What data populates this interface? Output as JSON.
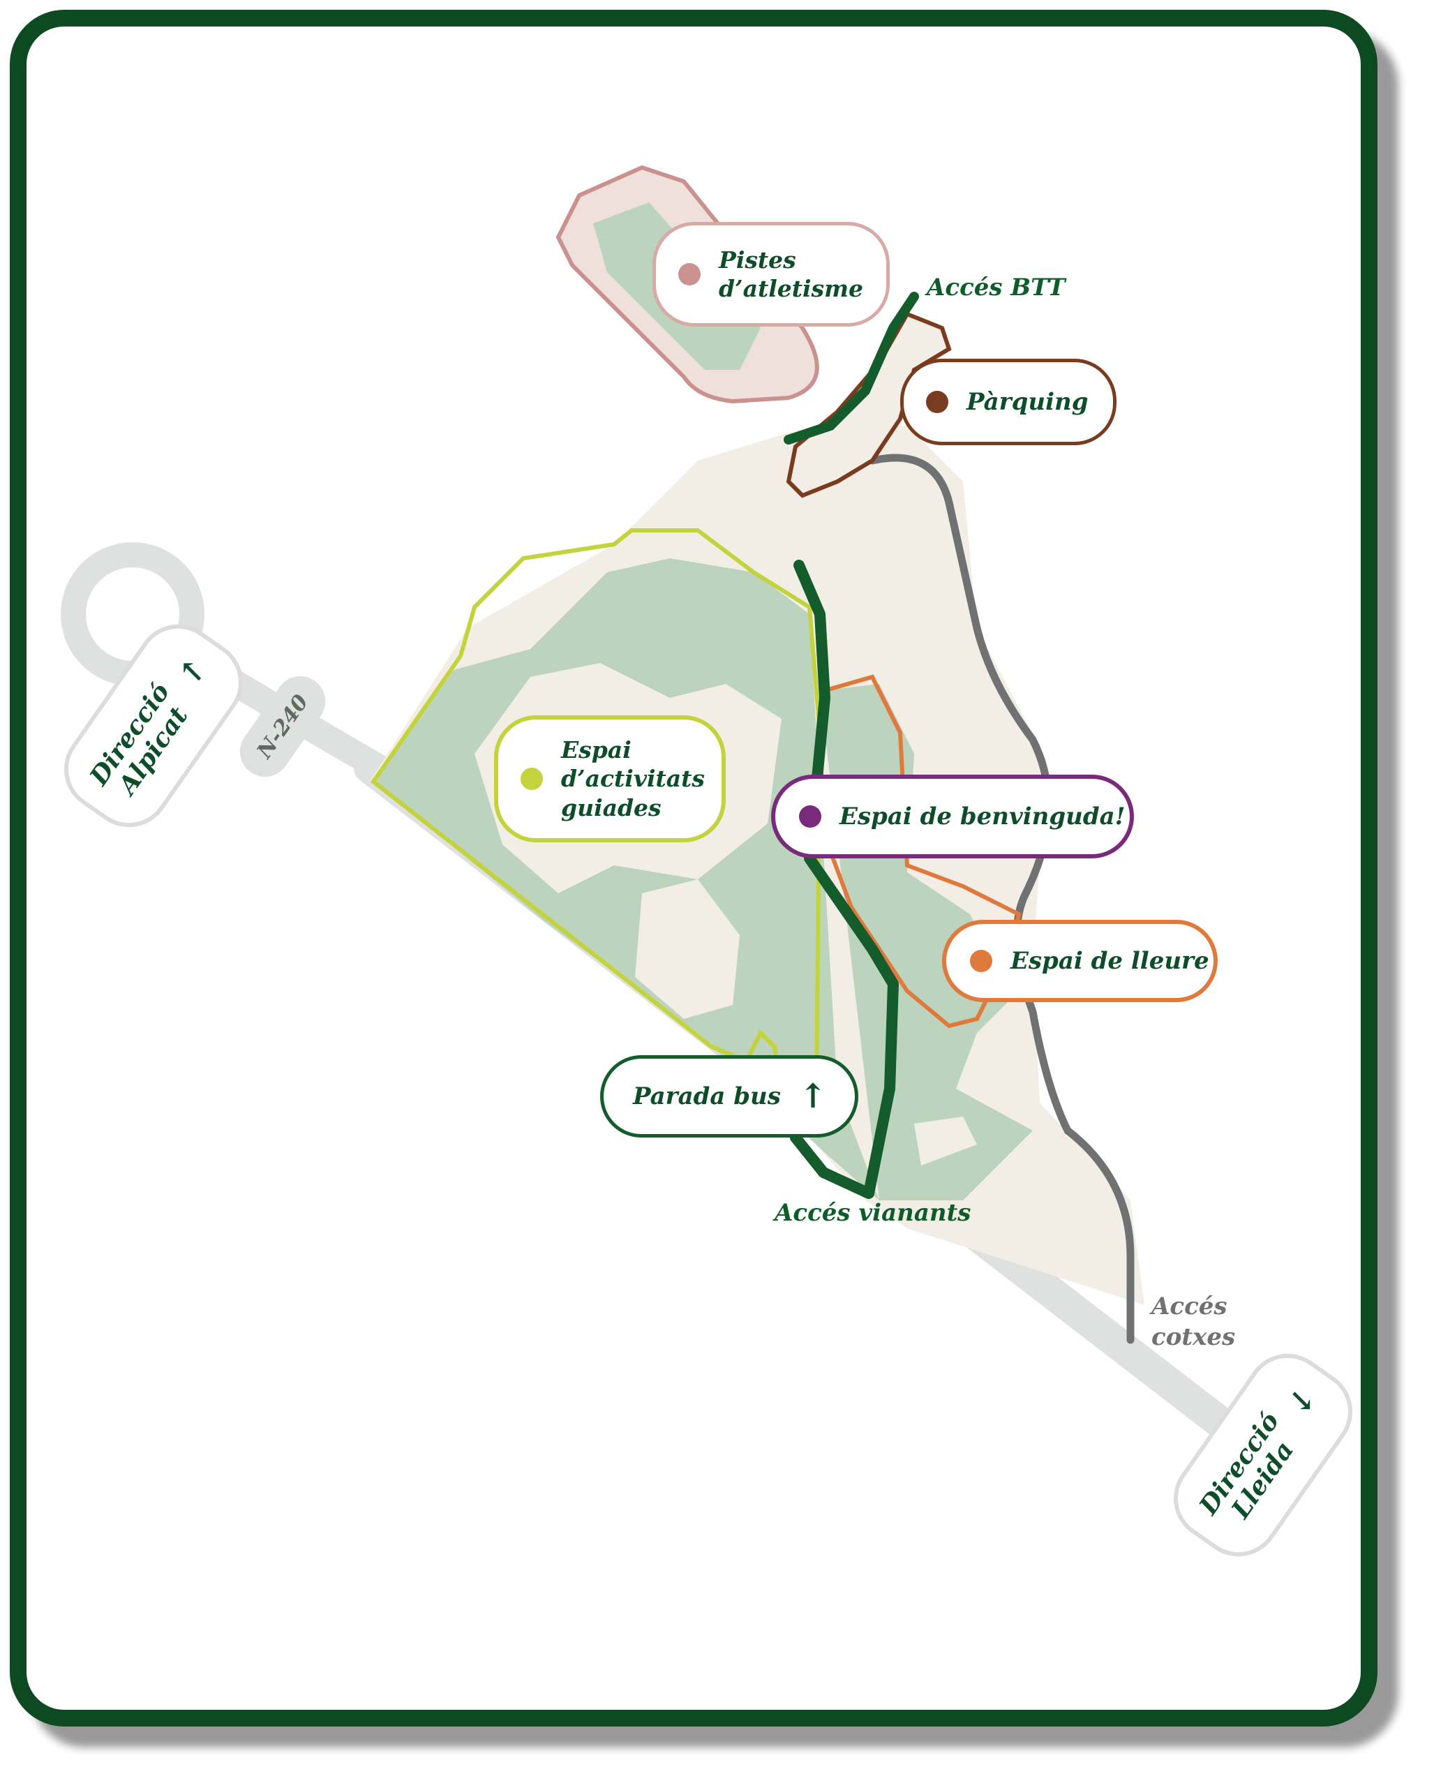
{
  "colors": {
    "frame": "#0d4a22",
    "text": "#0e4d2a",
    "park_fill": "#f2eee6",
    "green_fill": "#bcd4be",
    "road": "#dfe1e0",
    "car_road": "#6f7173",
    "athletics": "#c9928f",
    "parking": "#7a3c1e",
    "activities": "#c4d23c",
    "welcome": "#7a2a7a",
    "leisure": "#e07a3c",
    "pedestrian": "#145c2c"
  },
  "areas": {
    "athletics": {
      "lines": [
        "Pistes",
        "d’atletisme"
      ]
    },
    "parking": {
      "label": "Pàrquing"
    },
    "activities": {
      "lines": [
        "Espai",
        "d’activitats",
        "guiades"
      ]
    },
    "welcome": {
      "label": "Espai de benvinguda!"
    },
    "leisure": {
      "label": "Espai de lleure"
    }
  },
  "access": {
    "btt": "Accés BTT",
    "pedestrians": "Accés vianants",
    "cars": [
      "Accés",
      "cotxes"
    ]
  },
  "bus": {
    "label": "Parada bus",
    "icon": "arrow-up-icon"
  },
  "road": {
    "name": "N-240"
  },
  "directions": {
    "alpicat": {
      "lines": [
        "Direcció",
        "Alpicat"
      ],
      "icon": "arrow-up-left-icon"
    },
    "lleida": {
      "lines": [
        "Direcció",
        "Lleida"
      ],
      "icon": "arrow-down-right-icon"
    }
  }
}
